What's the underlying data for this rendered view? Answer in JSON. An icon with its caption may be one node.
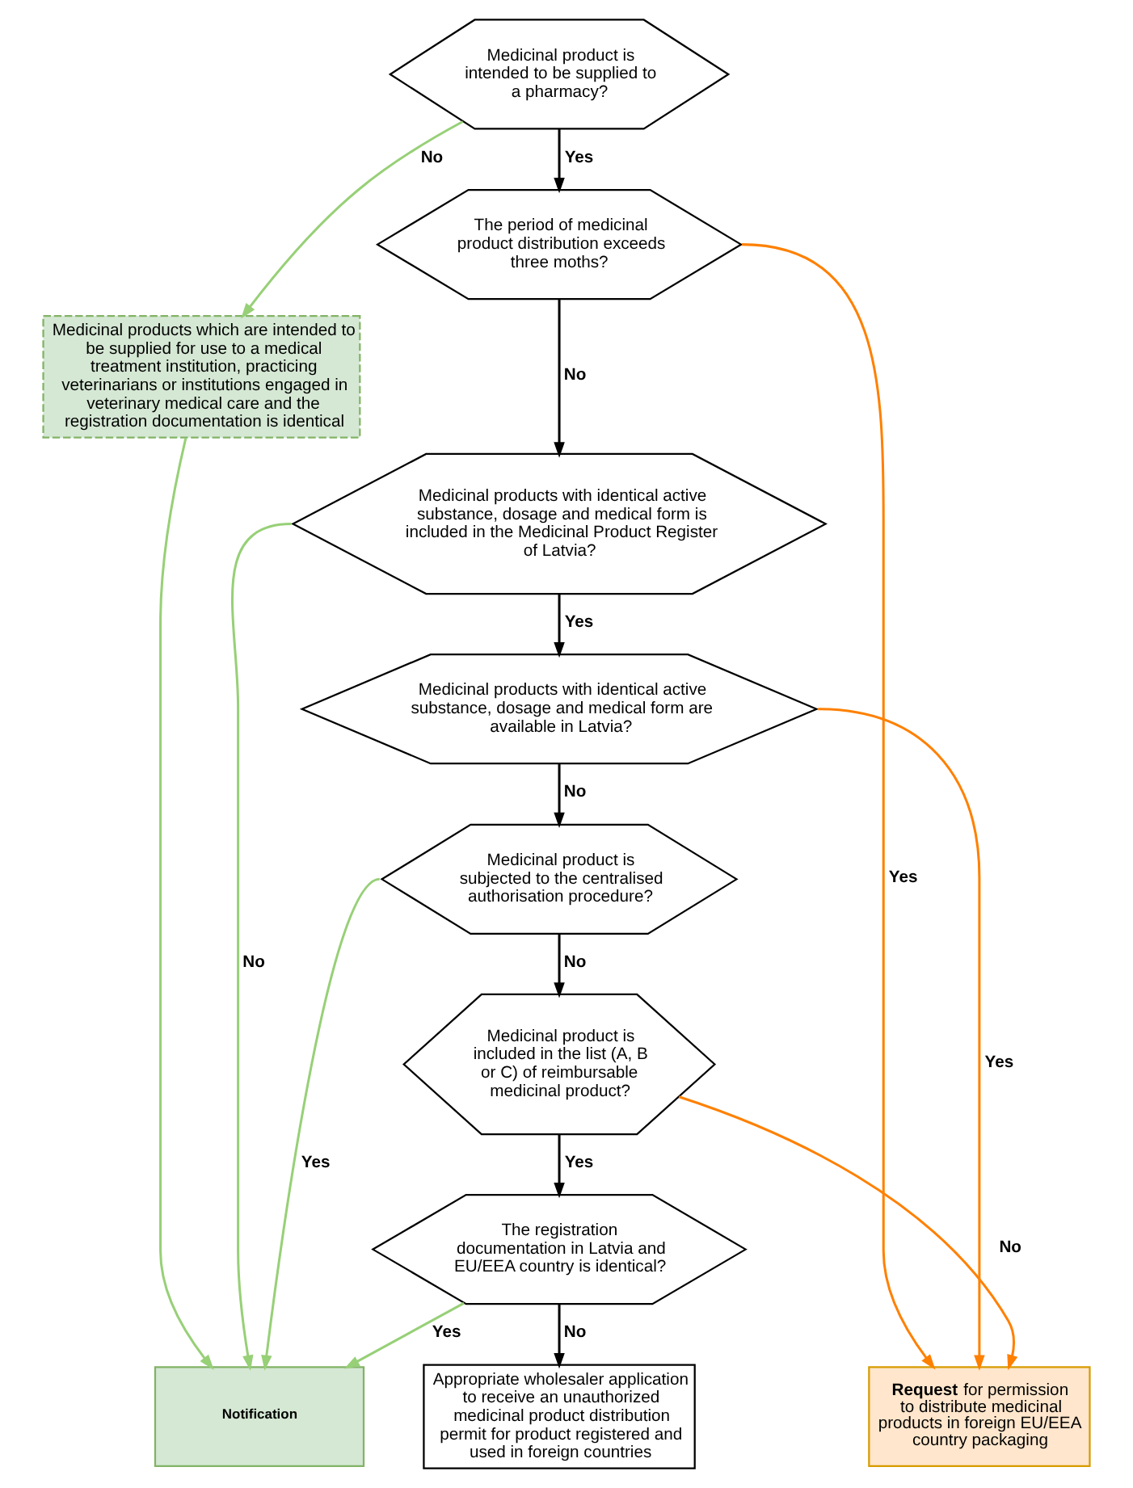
{
  "diagram": {
    "nodes": [
      {
        "text": [
          "Medicinal product is intended to be supplied to a pharmacy?"
        ]
      },
      {
        "text": [
          "Medicinal products which are intended to be supplied for use to a medical treatment institution, practicing veterinarians or institutions engaged in veterinary medical care and the registration documentation is identical"
        ]
      },
      {
        "text": [
          "The period of medicinal product distribution exceeds three moths?"
        ]
      },
      {
        "text": [
          "Medicinal products with identical active substance, dosage and medical form is included in the Medicinal Product Register of Latvia?"
        ]
      },
      {
        "text": [
          "Medicinal products with identical active substance, dosage and medical form are available in Latvia?"
        ]
      },
      {
        "text": [
          "Medicinal product is subjected to the centralised authorisation procedure?"
        ]
      },
      {
        "text": [
          "Medicinal product is included in the list (A, B or C) of reimbursable medicinal product?"
        ]
      },
      {
        "text": [
          "The registration documentation in Latvia and EU/EEA country is identical?"
        ]
      },
      {
        "text": [
          "Notification"
        ]
      },
      {
        "text": [
          "Appropriate wholesaler application to receive an unauthorized medicinal product distribution permit for product registered and used in foreign countries"
        ]
      },
      {
        "text": [
          "**Request** for permission to distribute medicinal products in foreign EU/EEA country packaging"
        ]
      }
    ],
    "edges": [
      {
        "from": 0,
        "to": 1,
        "arrow": "to",
        "label": "No",
        "color": "#97d077"
      },
      {
        "from": 0,
        "to": 2,
        "arrow": "to",
        "label": "Yes"
      },
      {
        "from": 2,
        "to": 10,
        "arrow": "to",
        "label": "Yes",
        "color": "#ff8000"
      },
      {
        "from": 2,
        "to": 3,
        "arrow": "to",
        "label": "No"
      },
      {
        "from": 1,
        "to": 8,
        "arrow": "to",
        "color": "#97d077"
      },
      {
        "from": 3,
        "to": 8,
        "arrow": "to",
        "label": "No",
        "color": "#97d077"
      },
      {
        "from": 3,
        "to": 4,
        "arrow": "to",
        "label": "Yes"
      },
      {
        "from": 4,
        "to": 10,
        "arrow": "to",
        "label": "Yes",
        "color": "#ff8000"
      },
      {
        "from": 4,
        "to": 5,
        "arrow": "to",
        "label": "No"
      },
      {
        "from": 5,
        "to": 8,
        "arrow": "to",
        "label": "Yes",
        "color": "#97d077"
      },
      {
        "from": 5,
        "to": 6,
        "arrow": "to",
        "label": "No"
      },
      {
        "from": 6,
        "to": 10,
        "arrow": "to",
        "label": "No",
        "color": "#ff8000"
      },
      {
        "from": 6,
        "to": 7,
        "arrow": "to",
        "label": "Yes"
      },
      {
        "from": 7,
        "to": 8,
        "arrow": "to",
        "label": "Yes",
        "color": "#97d077"
      },
      {
        "from": 7,
        "to": 9,
        "arrow": "to",
        "label": "No"
      }
    ]
  }
}
